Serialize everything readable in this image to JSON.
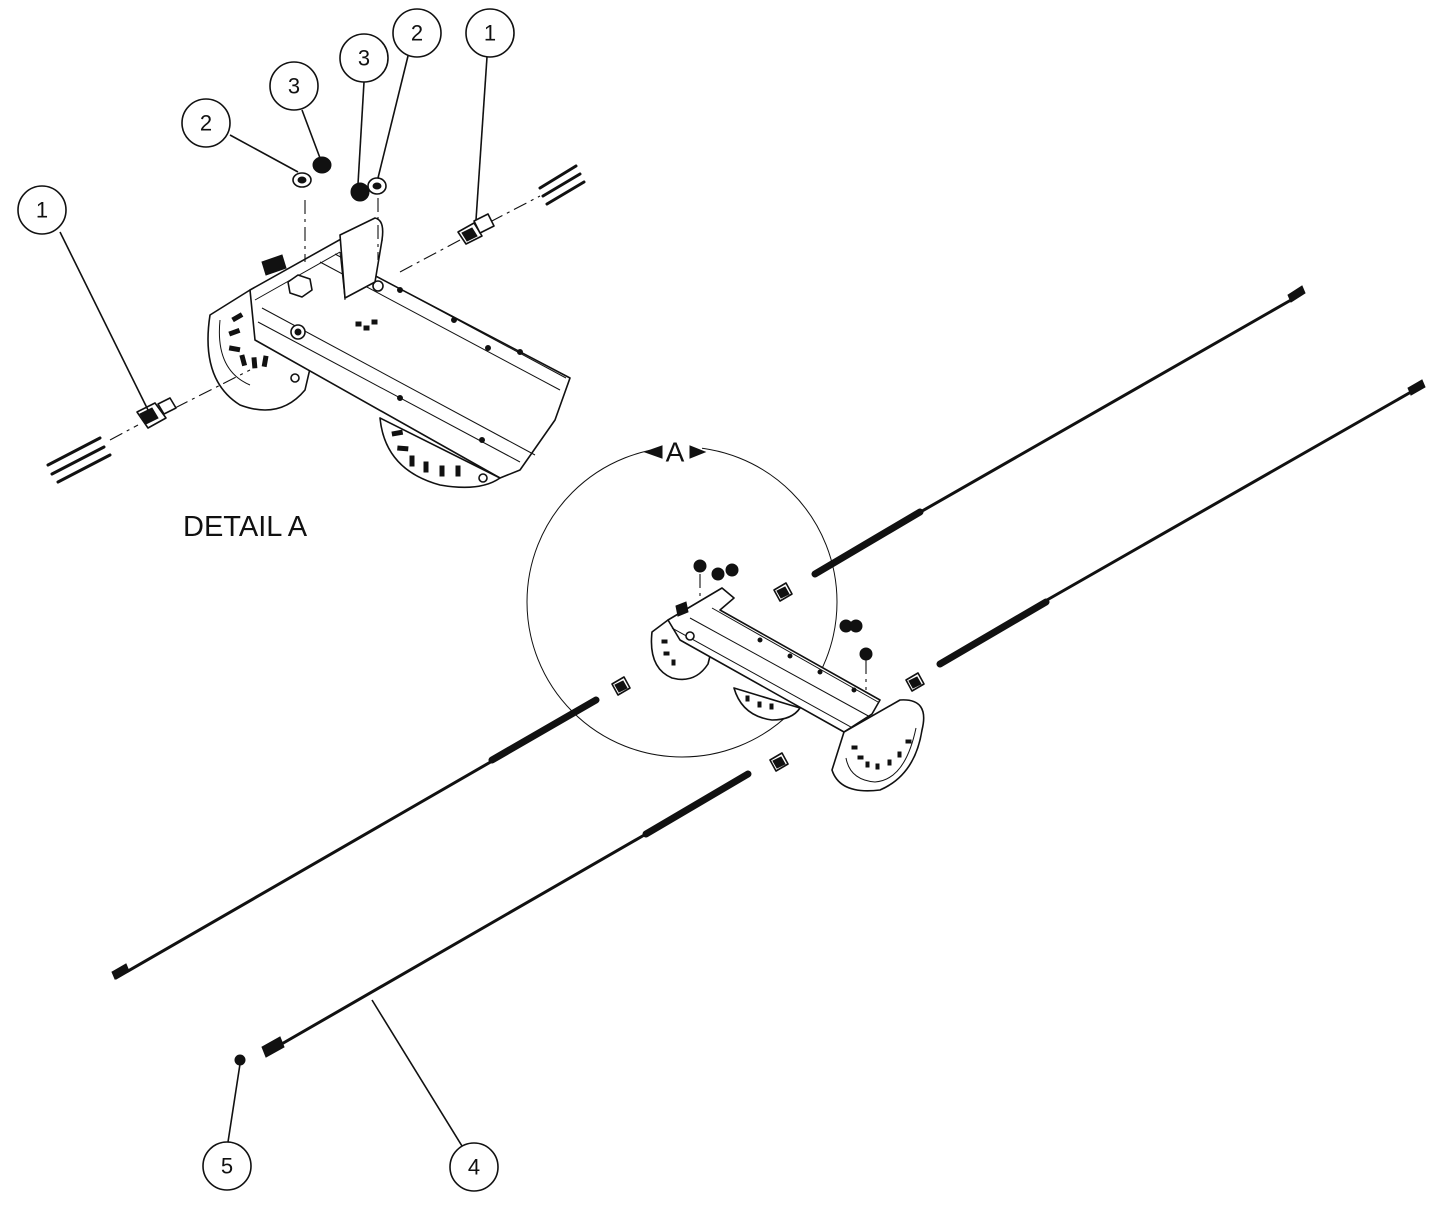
{
  "detail_label": "DETAIL A",
  "view_letter": "A",
  "balloons": [
    {
      "id": "b-detail-1-left",
      "text": "1"
    },
    {
      "id": "b-detail-2-left",
      "text": "2"
    },
    {
      "id": "b-detail-3-left",
      "text": "3"
    },
    {
      "id": "b-detail-3-right",
      "text": "3"
    },
    {
      "id": "b-detail-2-right",
      "text": "2"
    },
    {
      "id": "b-detail-1-right",
      "text": "1"
    },
    {
      "id": "b-main-5",
      "text": "5"
    },
    {
      "id": "b-main-4",
      "text": "4"
    }
  ]
}
